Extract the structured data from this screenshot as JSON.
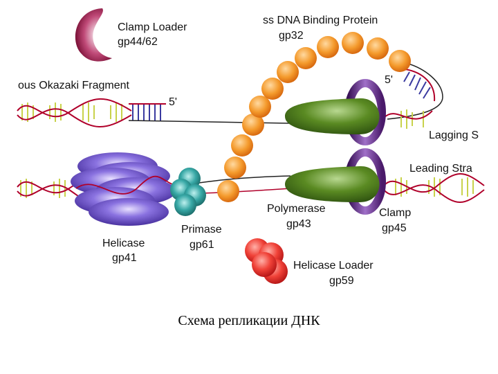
{
  "labels": {
    "clamp_loader": "Clamp Loader",
    "clamp_loader_gene": "gp44/62",
    "ssdna_protein": "ss DNA Binding Protein",
    "ssdna_gene": "gp32",
    "okazaki": "ous Okazaki Fragment",
    "five_prime_top": "5'",
    "five_prime_bottom": "5'",
    "lagging": "Lagging S",
    "leading": "Leading Stra",
    "polymerase": "Polymerase",
    "polymerase_gene": "gp43",
    "clamp": "Clamp",
    "clamp_gene": "gp45",
    "primase": "Primase",
    "primase_gene": "gp61",
    "helicase": "Helicase",
    "helicase_gene": "gp41",
    "helicase_loader": "Helicase Loader",
    "helicase_loader_gene": "gp59"
  },
  "caption": "Схема репликации ДНК",
  "colors": {
    "helix_strand": "#b0002a",
    "helix_rungs": "#c8d24a",
    "okazaki_rungs": "#3a3aa0",
    "ssb_orange": "#f08a1e",
    "polymerase_green": "#4a7a18",
    "clamp_purple": "#6a2a8a",
    "helicase_purple": "#6f56c8",
    "primase_teal": "#2a9a9a",
    "loader_red": "#e03030",
    "clamp_loader_maroon": "#a01c4a"
  }
}
